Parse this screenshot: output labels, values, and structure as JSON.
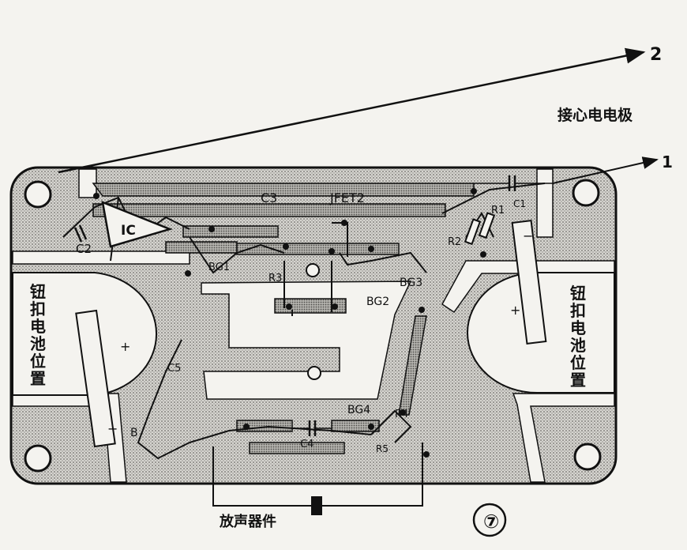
{
  "figure_number": "⑦",
  "callouts": {
    "one": "1",
    "two": "2"
  },
  "caption_right_top": "接心电电极",
  "caption_bottom": "放声器件",
  "left_battery_chars": [
    "钮",
    "扣",
    "电",
    "池",
    "位",
    "置"
  ],
  "right_battery_chars": [
    "钮",
    "扣",
    "电",
    "池",
    "位",
    "置"
  ],
  "component_labels": {
    "c1": "C1",
    "c2": "C2",
    "c3": "C3",
    "c4": "C4",
    "c5": "C5",
    "ic": "IC",
    "jfet": "JFET2",
    "r1": "R1",
    "r2": "R2",
    "r3": "R3",
    "r4": "R4",
    "r5": "R5",
    "bg1": "BG1",
    "bg2": "BG2",
    "bg3": "BG3",
    "bg4": "BG4",
    "b": "B",
    "plus_left": "+",
    "plus_right": "+",
    "minus_left": "−",
    "minus_right": "−"
  },
  "colors": {
    "ink": "#111111",
    "paper": "#f4f3ef",
    "board": "#c9c8c3",
    "trace": "#8f8e8a"
  }
}
